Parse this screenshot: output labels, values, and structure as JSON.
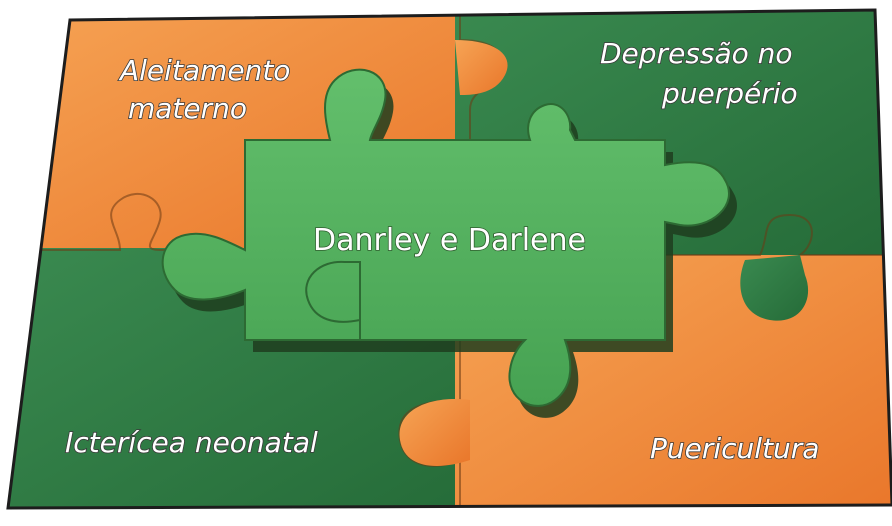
{
  "pieces": {
    "top_left": {
      "line1": "Aleitamento",
      "line2": "materno",
      "color": "#f08a38"
    },
    "top_right": {
      "line1": "Depressão no",
      "line2": "puerpério",
      "color": "#2f7a44"
    },
    "bottom_left": {
      "line1": "Icterícea neonatal",
      "color": "#2f7a44"
    },
    "bottom_right": {
      "line1": "Puericultura",
      "color": "#f08a38"
    },
    "center": {
      "label": "Danrley e Darlene",
      "color": "#4fae5c"
    }
  },
  "colors": {
    "orange": "#f08a38",
    "dark_green": "#2f7a44",
    "light_green": "#4fae5c",
    "shadow": "#1f3d1f"
  }
}
